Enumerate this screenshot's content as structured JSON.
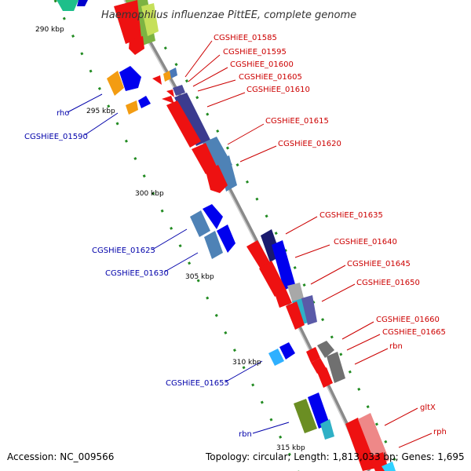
{
  "map": {
    "title": "Haemophilus influenzae PittEE, complete genome",
    "accession": "Accession: NC_009566",
    "summary": "Topology: circular; Length: 1,813,033 bp; Genes: 1,695"
  },
  "scale": {
    "kbp_290": "290 kbp",
    "kbp_295": "295 kbp",
    "kbp_300": "300 kbp",
    "kbp_305": "305 kbp",
    "kbp_310": "310 kbp",
    "kbp_315": "315 kbp"
  },
  "genes": {
    "g01585": "CGSHiEE_01585",
    "g01595": "CGSHiEE_01595",
    "g01600": "CGSHiEE_01600",
    "g01605": "CGSHiEE_01605",
    "g01610": "CGSHiEE_01610",
    "g01615": "CGSHiEE_01615",
    "g01620": "CGSHiEE_01620",
    "g01635": "CGSHiEE_01635",
    "g01640": "CGSHiEE_01640",
    "g01645": "CGSHiEE_01645",
    "g01650": "CGSHiEE_01650",
    "g01660": "CGSHiEE_01660",
    "g01665": "CGSHiEE_01665",
    "rbn_right": "rbn",
    "gltX": "gltX",
    "rph": "rph",
    "rho": "rho",
    "g01590": "CGSHiEE_01590",
    "g01625": "CGSHiEE_01625",
    "g01630": "CGSHiEE_01630",
    "g01655": "CGSHiEE_01655",
    "rbn_left": "rbn"
  },
  "colors": {
    "backbone": "#8a8a8a",
    "label_red": "#cc0000",
    "label_blue": "#0000aa",
    "tick_green": "#228b22"
  }
}
